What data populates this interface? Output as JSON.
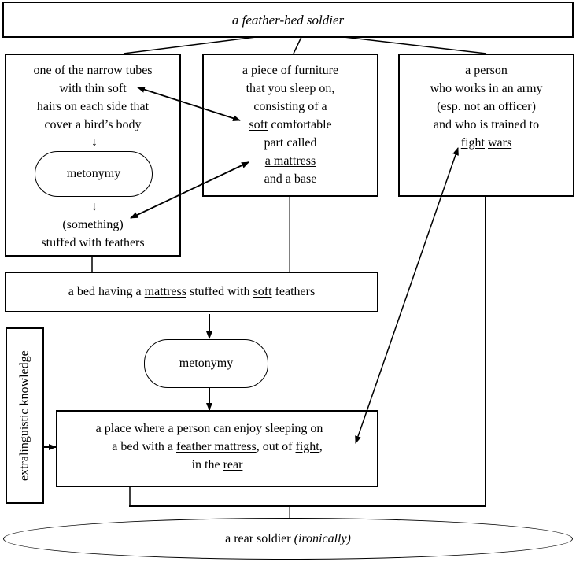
{
  "title": "a feather-bed soldier",
  "definitions": {
    "feather": {
      "line1": "one of the narrow tubes",
      "line2_pre": "with thin ",
      "line2_u": "soft",
      "line3": "hairs on each side that",
      "line4": "cover a bird’s body",
      "process": "metonymy",
      "result1": "(something)",
      "result2": "stuffed with feathers"
    },
    "bed": {
      "line1": "a piece of furniture",
      "line2": "that you sleep on,",
      "line3": "consisting of a",
      "line4_u": "soft",
      "line4_post": " comfortable",
      "line5": "part called",
      "line6_u": "a mattress",
      "line7": "and a base"
    },
    "soldier": {
      "line1": "a person",
      "line2": "who works in an army",
      "line3": "(esp. not an officer)",
      "line4": "and who is trained to",
      "line5_u1": "fight",
      "line5_u2": "wars"
    }
  },
  "combined": {
    "pre": "a bed having a ",
    "u1": "mattress",
    "mid": " stuffed with ",
    "u2": "soft",
    "post": " feathers"
  },
  "process2": "metonymy",
  "side_label": "extralinguistic knowledge",
  "interpretation": {
    "line1": "a place where a person can enjoy sleeping on",
    "line2_pre": "a bed with a ",
    "line2_u1": "feather mattress",
    "line2_mid": ", out of ",
    "line2_u2": "fight",
    "line2_post": ",",
    "line3_pre": "in the ",
    "line3_u": "rear"
  },
  "final": {
    "text": "a rear soldier ",
    "italic": "(ironically)"
  },
  "arrow_glyph": "↓"
}
